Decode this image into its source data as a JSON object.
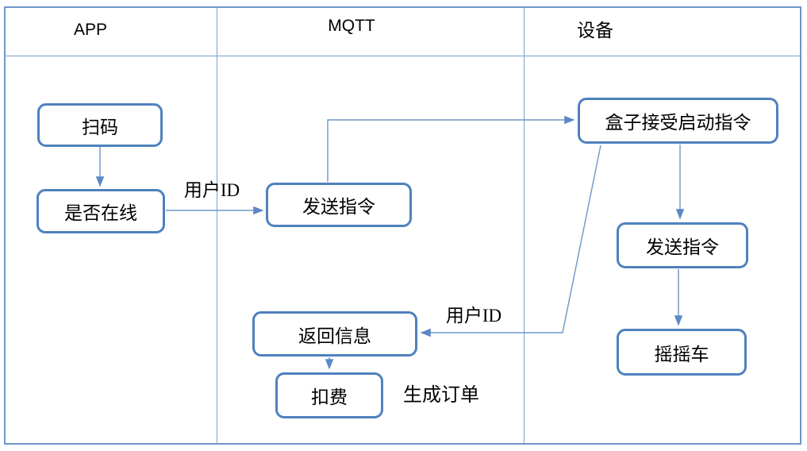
{
  "diagram": {
    "title": "APP-MQTT-device swimlane flowchart",
    "lanes": [
      {
        "label": "APP"
      },
      {
        "label": "MQTT"
      },
      {
        "label": "设备"
      }
    ],
    "nodes": {
      "scan": {
        "label": "扫码"
      },
      "online_check": {
        "label": "是否在线"
      },
      "send_cmd_mqtt": {
        "label": "发送指令"
      },
      "return_info": {
        "label": "返回信息"
      },
      "deduct_fee": {
        "label": "扣费"
      },
      "box_receive_start": {
        "label": "盒子接受启动指令"
      },
      "send_cmd_device": {
        "label": "发送指令"
      },
      "rocking_car": {
        "label": "摇摇车"
      }
    },
    "edge_labels": {
      "user_id_1": "用户ID",
      "user_id_2": "用户ID",
      "generate_order": "生成订单"
    },
    "colors": {
      "node_border": "#4F81BD",
      "connector_line": "#6D96C8",
      "lane_line": "#7BA2CE",
      "text": "#000000",
      "background": "#FFFFFF"
    }
  }
}
